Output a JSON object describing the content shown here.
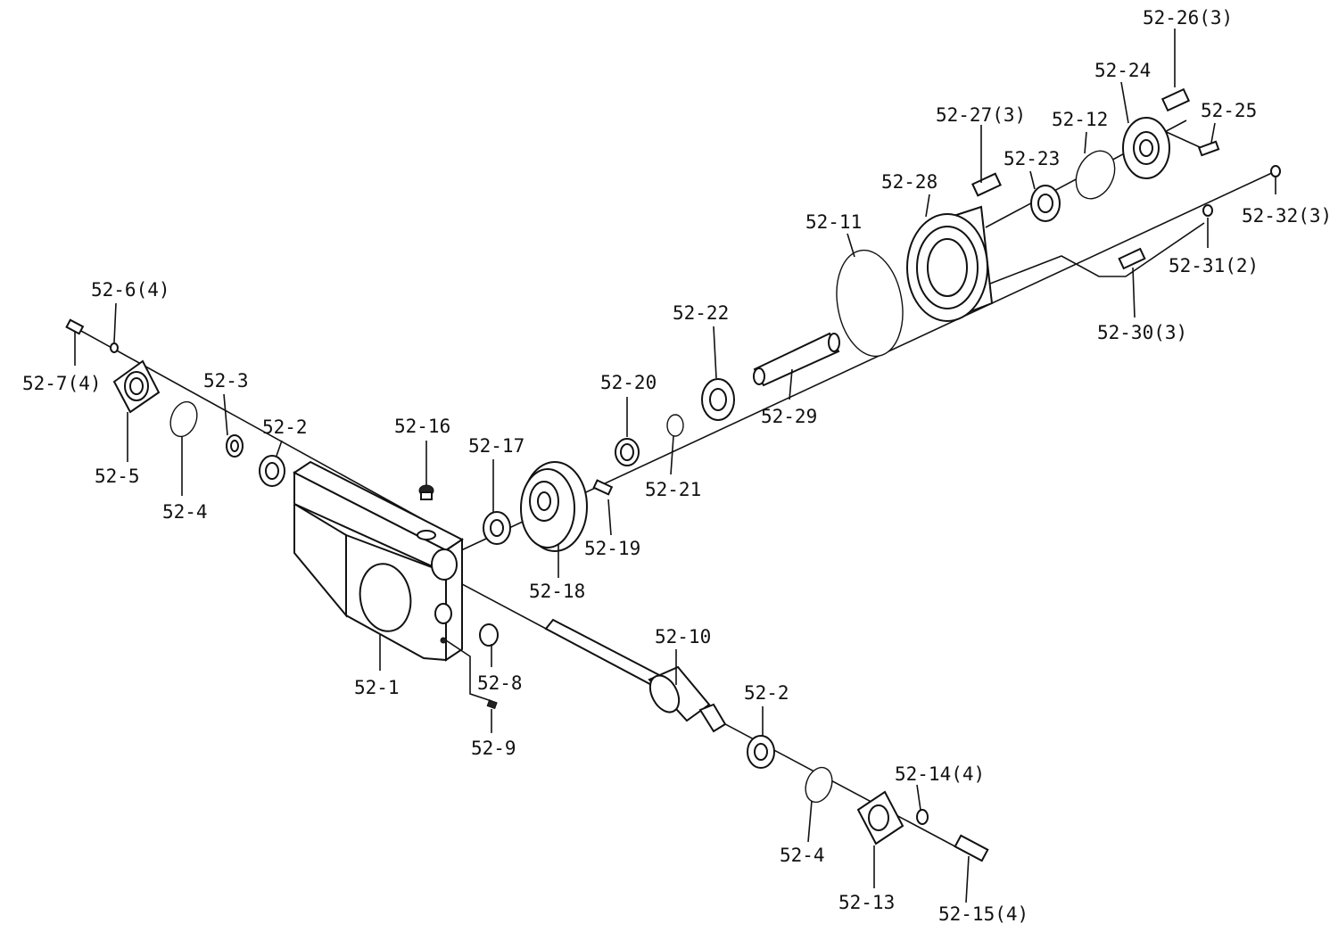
{
  "callouts": [
    {
      "id": "52-26(3)"
    },
    {
      "id": "52-24"
    },
    {
      "id": "52-25"
    },
    {
      "id": "52-27(3)"
    },
    {
      "id": "52-12"
    },
    {
      "id": "52-23"
    },
    {
      "id": "52-28"
    },
    {
      "id": "52-32(3)"
    },
    {
      "id": "52-11"
    },
    {
      "id": "52-31(2)"
    },
    {
      "id": "52-30(3)"
    },
    {
      "id": "52-22"
    },
    {
      "id": "52-29"
    },
    {
      "id": "52-6(4)"
    },
    {
      "id": "52-20"
    },
    {
      "id": "52-7(4)"
    },
    {
      "id": "52-3"
    },
    {
      "id": "52-16"
    },
    {
      "id": "52-2"
    },
    {
      "id": "52-17"
    },
    {
      "id": "52-21"
    },
    {
      "id": "52-5"
    },
    {
      "id": "52-4"
    },
    {
      "id": "52-19"
    },
    {
      "id": "52-18"
    },
    {
      "id": "52-10"
    },
    {
      "id": "52-8"
    },
    {
      "id": "52-1"
    },
    {
      "id": "52-2"
    },
    {
      "id": "52-9"
    },
    {
      "id": "52-14(4)"
    },
    {
      "id": "52-4"
    },
    {
      "id": "52-13"
    },
    {
      "id": "52-15(4)"
    }
  ],
  "colors": {
    "line": "#111111",
    "background": "#ffffff"
  }
}
